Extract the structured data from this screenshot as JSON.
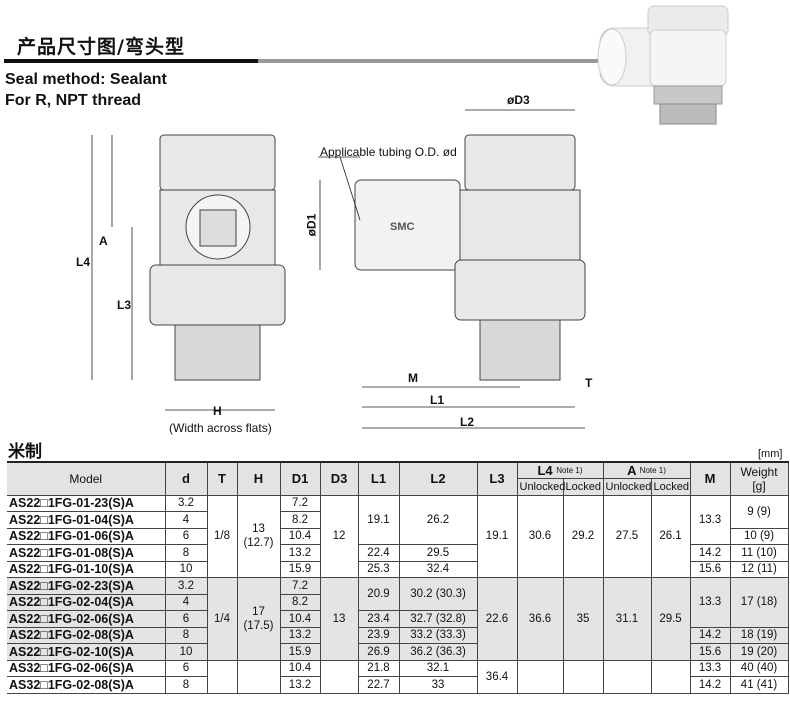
{
  "header": {
    "title": "产品尺寸图/弯头型",
    "line1": "Seal method: Sealant",
    "line2": "For R, NPT thread"
  },
  "drawing": {
    "L4": "L4",
    "A": "A",
    "L3": "L3",
    "H": "H",
    "H_note": "(Width across flats)",
    "D3": "øD3",
    "tubing": "Applicable tubing O.D. ød",
    "D1": "øD1",
    "M": "M",
    "L1": "L1",
    "L2": "L2",
    "T": "T",
    "logo": "SMC"
  },
  "table": {
    "title": "米制",
    "unit": "[mm]",
    "headers": {
      "model": "Model",
      "d": "d",
      "T": "T",
      "H": "H",
      "D1": "D1",
      "D3": "D3",
      "L1": "L1",
      "L2": "L2",
      "L3": "L3",
      "L4": "L4",
      "A": "A",
      "note": "Note 1)",
      "unlocked": "Unlocked",
      "locked": "Locked",
      "M": "M",
      "weight": "Weight\n[g]"
    },
    "rows": [
      {
        "g": 1,
        "cells": [
          [
            "AS22□1FG-01-23(S)A"
          ],
          [
            "3.2"
          ],
          [
            "1/8",
            5
          ],
          [
            "13\n(12.7)",
            5
          ],
          [
            "7.2"
          ],
          [
            "12",
            5
          ],
          [
            "19.1",
            3
          ],
          [
            "26.2",
            3
          ],
          [
            "19.1",
            5
          ],
          [
            "30.6",
            5
          ],
          [
            "29.2",
            5
          ],
          [
            "27.5",
            5
          ],
          [
            "26.1",
            5
          ],
          [
            "13.3",
            3
          ],
          [
            "9 (9)",
            2
          ]
        ]
      },
      {
        "g": 1,
        "cells": [
          [
            "AS22□1FG-01-04(S)A"
          ],
          [
            "4"
          ],
          [
            "8.2"
          ]
        ]
      },
      {
        "g": 1,
        "cells": [
          [
            "AS22□1FG-01-06(S)A"
          ],
          [
            "6"
          ],
          [
            "10.4"
          ],
          [
            "10 (9)"
          ]
        ]
      },
      {
        "g": 1,
        "cells": [
          [
            "AS22□1FG-01-08(S)A"
          ],
          [
            "8"
          ],
          [
            "13.2"
          ],
          [
            "22.4"
          ],
          [
            "29.5"
          ],
          [
            "14.2"
          ],
          [
            "11 (10)"
          ]
        ]
      },
      {
        "g": 1,
        "cells": [
          [
            "AS22□1FG-01-10(S)A"
          ],
          [
            "10"
          ],
          [
            "15.9"
          ],
          [
            "25.3"
          ],
          [
            "32.4"
          ],
          [
            "15.6"
          ],
          [
            "12 (11)"
          ]
        ]
      },
      {
        "g": 2,
        "cells": [
          [
            "AS22□1FG-02-23(S)A"
          ],
          [
            "3.2"
          ],
          [
            "1/4",
            5
          ],
          [
            "17\n(17.5)",
            5
          ],
          [
            "7.2"
          ],
          [
            "13",
            5
          ],
          [
            "20.9",
            2
          ],
          [
            "30.2 (30.3)",
            2
          ],
          [
            "22.6",
            5
          ],
          [
            "36.6",
            5
          ],
          [
            "35",
            5
          ],
          [
            "31.1",
            5
          ],
          [
            "29.5",
            5
          ],
          [
            "13.3",
            3
          ],
          [
            "17 (18)",
            3
          ]
        ]
      },
      {
        "g": 2,
        "cells": [
          [
            "AS22□1FG-02-04(S)A"
          ],
          [
            "4"
          ],
          [
            "8.2"
          ]
        ]
      },
      {
        "g": 2,
        "cells": [
          [
            "AS22□1FG-02-06(S)A"
          ],
          [
            "6"
          ],
          [
            "10.4"
          ],
          [
            "23.4"
          ],
          [
            "32.7 (32.8)"
          ]
        ]
      },
      {
        "g": 2,
        "cells": [
          [
            "AS22□1FG-02-08(S)A"
          ],
          [
            "8"
          ],
          [
            "13.2"
          ],
          [
            "23.9"
          ],
          [
            "33.2 (33.3)"
          ],
          [
            "14.2"
          ],
          [
            "18 (19)"
          ]
        ]
      },
      {
        "g": 2,
        "cells": [
          [
            "AS22□1FG-02-10(S)A"
          ],
          [
            "10"
          ],
          [
            "15.9"
          ],
          [
            "26.9"
          ],
          [
            "36.2 (36.3)"
          ],
          [
            "15.6"
          ],
          [
            "19 (20)"
          ]
        ]
      },
      {
        "g": 3,
        "cells": [
          [
            "AS32□1FG-02-06(S)A"
          ],
          [
            "6"
          ],
          [
            "",
            2
          ],
          [
            "",
            2
          ],
          [
            "10.4"
          ],
          [
            "",
            2
          ],
          [
            "21.8"
          ],
          [
            "32.1"
          ],
          [
            "36.4",
            2
          ],
          [
            "",
            2
          ],
          [
            "",
            2
          ],
          [
            "",
            2
          ],
          [
            "",
            2
          ],
          [
            "13.3"
          ],
          [
            "40 (40)"
          ]
        ]
      },
      {
        "g": 3,
        "cells": [
          [
            "AS32□1FG-02-08(S)A"
          ],
          [
            "8"
          ],
          [
            "13.2"
          ],
          [
            "22.7"
          ],
          [
            "33"
          ],
          [
            "14.2"
          ],
          [
            "41 (41)"
          ]
        ]
      }
    ]
  }
}
